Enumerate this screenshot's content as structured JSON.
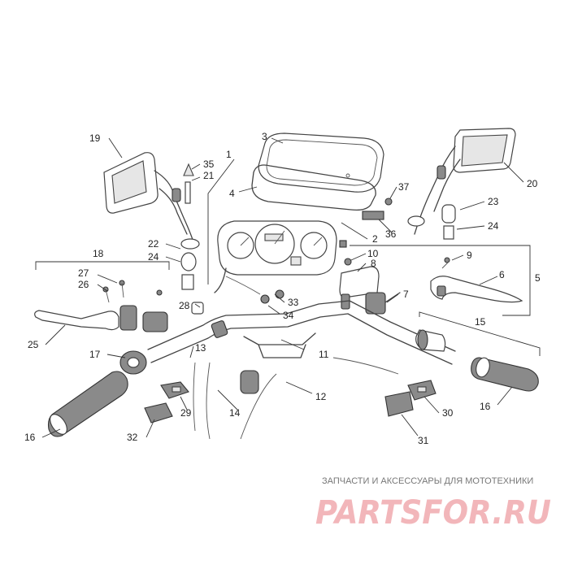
{
  "callouts": {
    "c1": "1",
    "c2": "2",
    "c3": "3",
    "c4": "4",
    "c5": "5",
    "c6": "6",
    "c7": "7",
    "c8": "8",
    "c9": "9",
    "c10": "10",
    "c11": "11",
    "c12": "12",
    "c13": "13",
    "c14": "14",
    "c15": "15",
    "c16a": "16",
    "c16b": "16",
    "c17": "17",
    "c18": "18",
    "c19": "19",
    "c20": "20",
    "c21": "21",
    "c22": "22",
    "c23": "23",
    "c24a": "24",
    "c24b": "24",
    "c25": "25",
    "c26": "26",
    "c27": "27",
    "c28": "28",
    "c29": "29",
    "c30": "30",
    "c31": "31",
    "c32": "32",
    "c33": "33",
    "c34": "34",
    "c35": "35",
    "c36": "36",
    "c37": "37"
  },
  "watermark": {
    "tagline": "ЗАПЧАСТИ И АКСЕССУАРЫ ДЛЯ МОТОТЕХНИКИ",
    "logo_text": "PARTSFOR.RU",
    "color": "#f2b6ba"
  }
}
